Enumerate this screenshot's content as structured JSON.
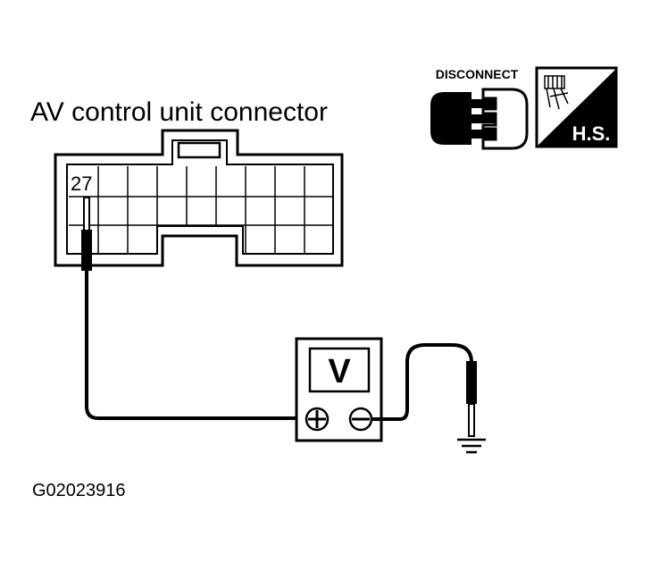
{
  "diagram": {
    "title": "AV control unit connector",
    "pin_label": "27",
    "meter_label": "V",
    "plus_symbol": "+",
    "minus_symbol": "−",
    "disconnect_label": "DISCONNECT",
    "hs_label": "H.S.",
    "figure_id": "G02023916"
  }
}
